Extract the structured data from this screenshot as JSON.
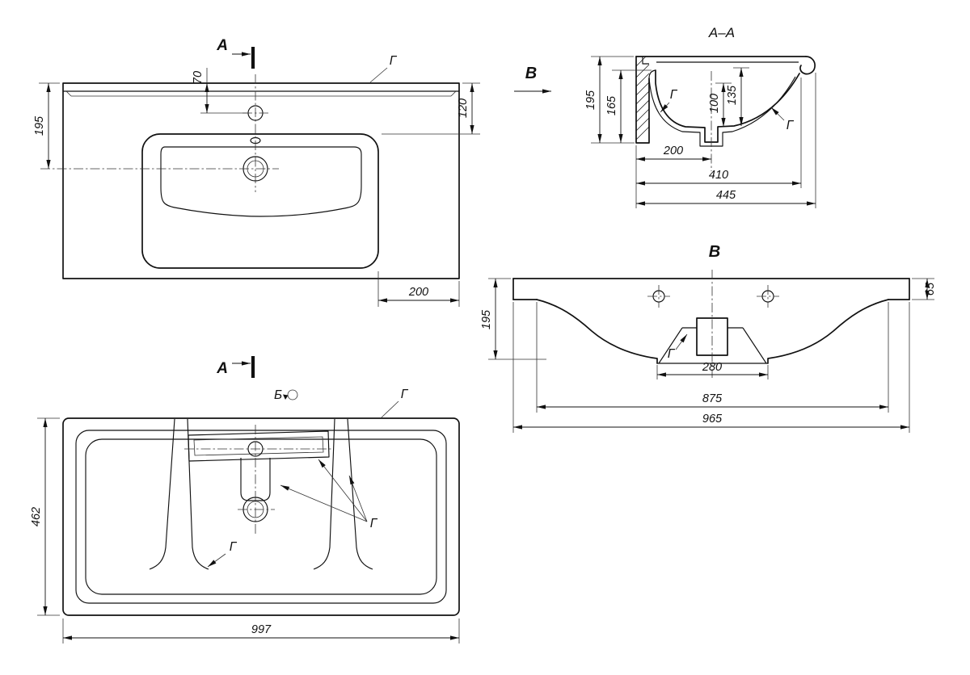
{
  "labels": {
    "section_letter": "А",
    "detail_letter": "Б",
    "view_letter": "В",
    "finish_letter": "Г"
  },
  "plan_view": {
    "dim_tap_offset": "70",
    "dim_drain_depth": "195",
    "dim_basin_inset": "120",
    "dim_right_margin": "200"
  },
  "bottom_view": {
    "dim_depth": "462",
    "dim_width": "997"
  },
  "section_aa": {
    "title": "А–А",
    "dim_total_height": "195",
    "dim_inner_height": "165",
    "dim_bowl_depth": "100",
    "dim_bowl_height": "135",
    "dim_drain_offset": "200",
    "dim_inner_depth": "410",
    "dim_total_depth": "445"
  },
  "view_b": {
    "title": "В",
    "dim_rim_height": "65",
    "dim_height": "195",
    "dim_drain_span": "280",
    "dim_inner_width": "875",
    "dim_total_width": "965"
  }
}
